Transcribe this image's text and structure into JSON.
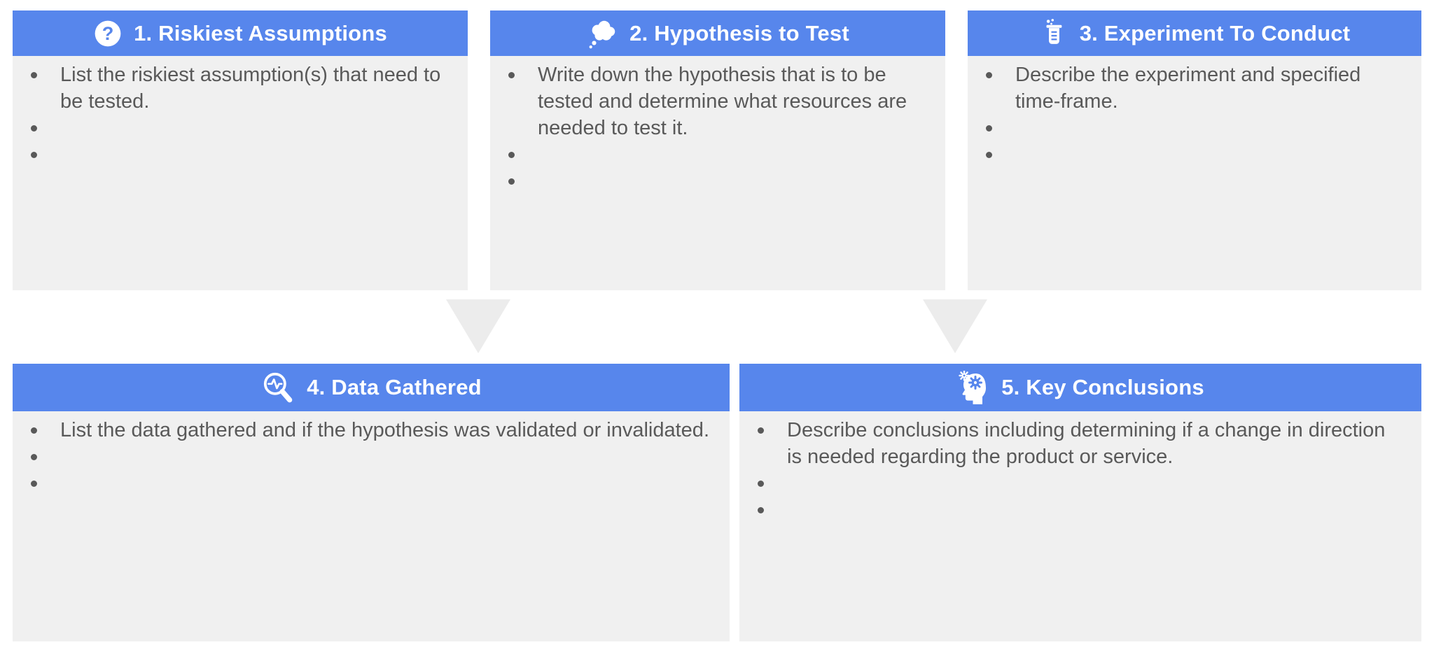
{
  "colors": {
    "header_blue": "#5786EC",
    "panel_background": "#F0F0F0",
    "arrow_gray": "#ECECEC",
    "body_text_gray": "#595959",
    "title_text": "#FFFFFF"
  },
  "panels": [
    {
      "id": "riskiest-assumptions",
      "icon": "question-circle-icon",
      "title": "1. Riskiest Assumptions",
      "bullets": [
        "List the riskiest assumption(s) that need to be tested.",
        "",
        ""
      ]
    },
    {
      "id": "hypothesis-to-test",
      "icon": "thought-cloud-icon",
      "title": "2. Hypothesis to Test",
      "bullets": [
        "Write down the hypothesis that is to be tested and determine what resources are needed to test it.",
        "",
        ""
      ]
    },
    {
      "id": "experiment-to-conduct",
      "icon": "beaker-icon",
      "title": "3. Experiment To Conduct",
      "bullets": [
        "Describe the experiment and specified time-frame.",
        "",
        ""
      ]
    },
    {
      "id": "data-gathered",
      "icon": "magnifier-pulse-icon",
      "title": "4. Data Gathered",
      "bullets": [
        "List the data gathered and if the hypothesis was validated or invalidated.",
        "",
        ""
      ]
    },
    {
      "id": "key-conclusions",
      "icon": "head-gears-icon",
      "title": "5. Key Conclusions",
      "bullets": [
        "Describe conclusions including determining if a change in direction is needed regarding the product or service.",
        "",
        ""
      ]
    }
  ],
  "arrows": [
    {
      "id": "flow-arrow-1",
      "direction": "down"
    },
    {
      "id": "flow-arrow-2",
      "direction": "down"
    }
  ]
}
